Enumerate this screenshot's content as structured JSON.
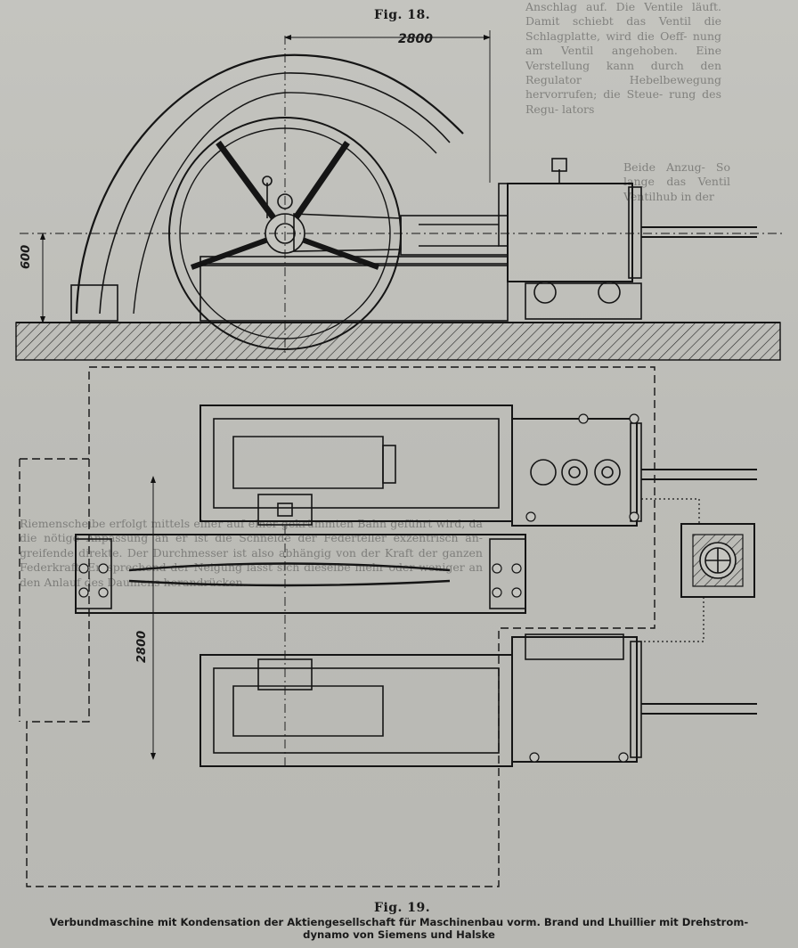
{
  "figures": {
    "fig18": {
      "label": "Fig. 18.",
      "dim_top": "2800",
      "dim_left": "600"
    },
    "fig19": {
      "label": "Fig. 19.",
      "dim_vertical": "2800"
    }
  },
  "caption": {
    "line1": "Verbundmaschine mit Kondensation der Aktiengesellschaft für Maschinenbau vorm. Brand und Lhuillier mit Drehstrom-",
    "line2": "dynamo von Siemens und Halske"
  },
  "bleed_through": {
    "left_block": "Riemenscheibe erfolgt mittels einer auf einer gekrümmten Bahn geführt wird, da die nötige Anpassung an er ist die Schneide der Federteller exzentrisch an- greifende direkte. Der Durchmesser ist also abhängig von der Kraft der ganzen Federkraft. Entsprechend der Neigung lässt sich dieselbe mehr oder weniger an den Anlauf des Daumens herandrücken.",
    "right_top": "Anschlag auf. Die Ventile läuft. Damit schiebt das Ventil die Schlagplatte, wird die Oeff- nung am Ventil angehoben. Eine Verstellung kann durch den Regulator Hebelbewegung hervorrufen; die Steue- rung des Regu- lators",
    "right_mid": "Beide Anzug- So lange das Ventil Ventilhub in der"
  }
}
